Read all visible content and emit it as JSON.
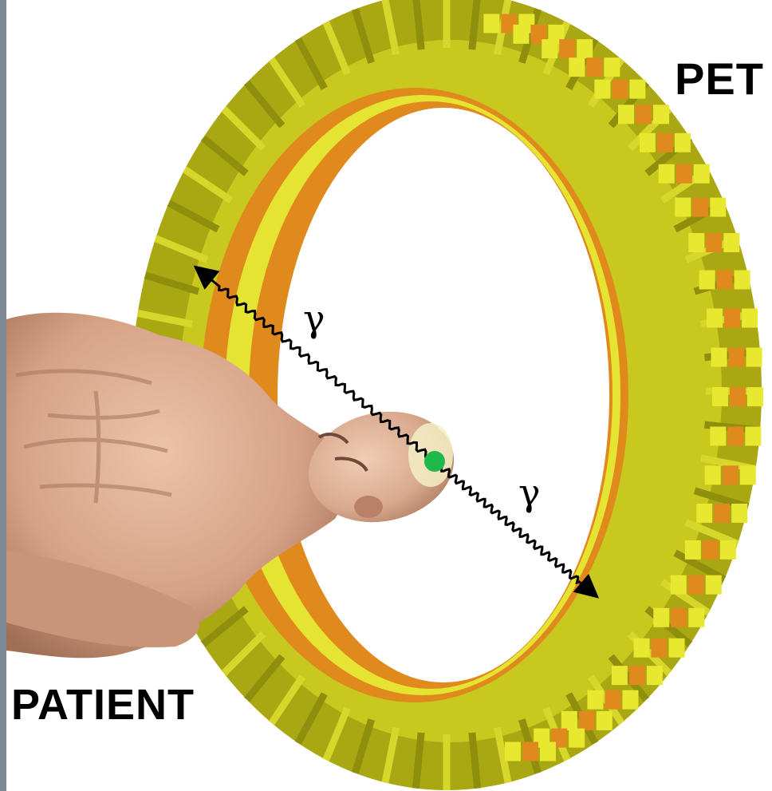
{
  "labels": {
    "scanner": "PET",
    "subject": "PATIENT",
    "photon_1": "γ",
    "photon_2": "γ"
  },
  "colors": {
    "crystal_yellow": "#b4b414",
    "crystal_bright": "#e8e830",
    "crystal_orange": "#e08a1e",
    "skin": "#d9a98e",
    "source_point": "#1fb84a",
    "photon_path": "#000000"
  },
  "icons": {
    "source": "green-dot-annihilation-point",
    "photon": "wavy-double-arrow"
  }
}
